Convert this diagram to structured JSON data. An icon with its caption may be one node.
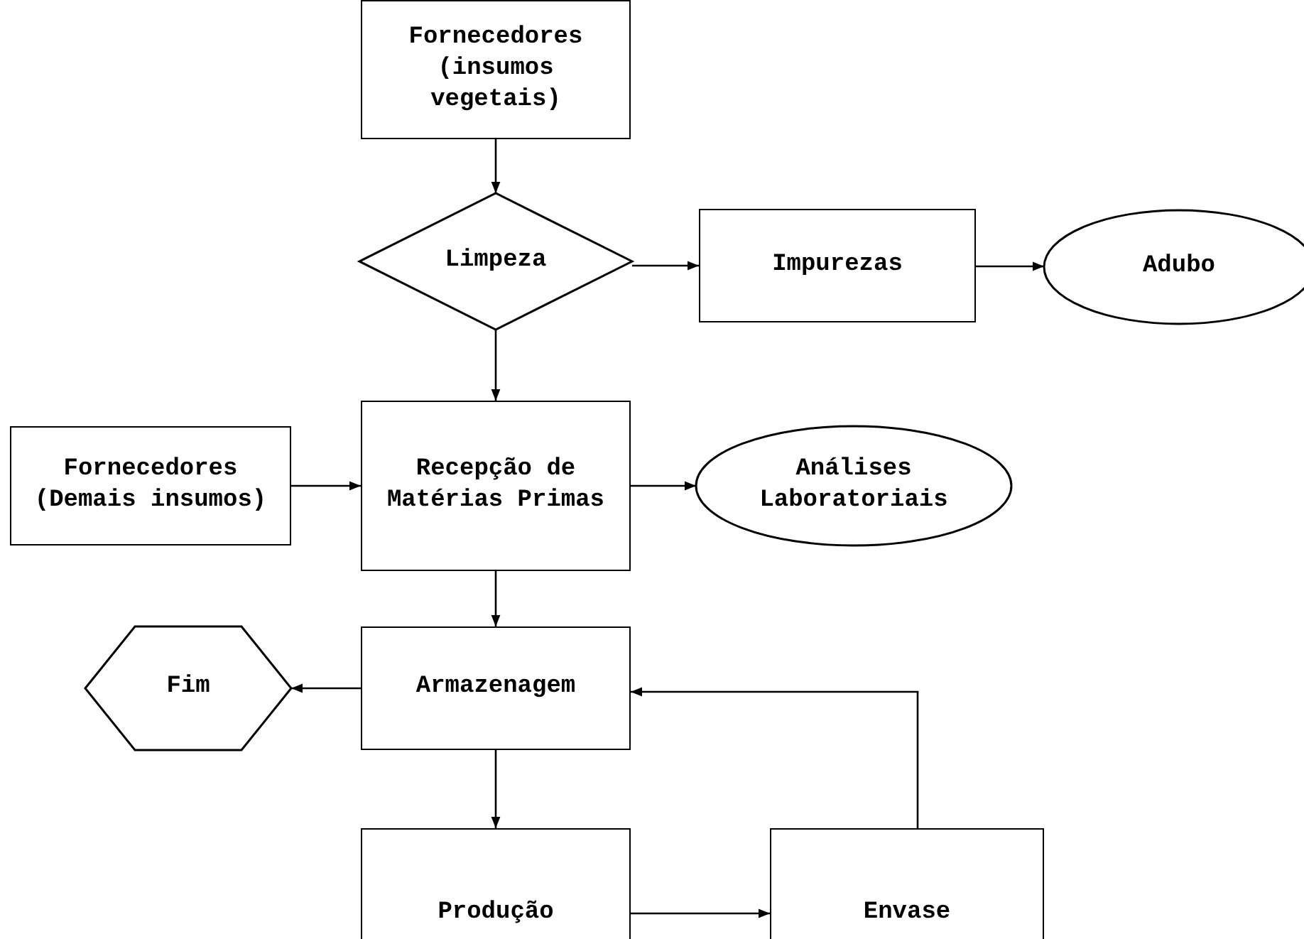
{
  "diagram": {
    "nodes": [
      {
        "text": [
          "Fornecedores (insumos vegetais)"
        ]
      },
      {
        "text": [
          "Limpeza"
        ]
      },
      {
        "text": [
          "Impurezas"
        ]
      },
      {
        "text": [
          "Adubo"
        ]
      },
      {
        "text": [
          "Fornecedores (Demais insumos)"
        ]
      },
      {
        "text": [
          "Recepção de Matérias Primas"
        ]
      },
      {
        "text": [
          "Análises Laboratoriais"
        ]
      },
      {
        "text": [
          "Armazenagem"
        ]
      },
      {
        "text": [
          "Fim"
        ]
      },
      {
        "text": [
          "Produção"
        ]
      },
      {
        "text": [
          "Envase"
        ]
      }
    ],
    "edges": [
      {
        "from": 0,
        "to": 1,
        "arrow": "to"
      },
      {
        "from": 1,
        "to": 2,
        "arrow": "to"
      },
      {
        "from": 2,
        "to": 3,
        "arrow": "to"
      },
      {
        "from": 1,
        "to": 5,
        "arrow": "to"
      },
      {
        "from": 4,
        "to": 5,
        "arrow": "to"
      },
      {
        "from": 5,
        "to": 6,
        "arrow": "to"
      },
      {
        "from": 5,
        "to": 7,
        "arrow": "to"
      },
      {
        "from": 7,
        "to": 8,
        "arrow": "to"
      },
      {
        "from": 7,
        "to": 9,
        "arrow": "to"
      },
      {
        "from": 9,
        "to": 10,
        "arrow": "to"
      },
      {
        "from": 10,
        "to": 7,
        "arrow": "to"
      }
    ]
  }
}
